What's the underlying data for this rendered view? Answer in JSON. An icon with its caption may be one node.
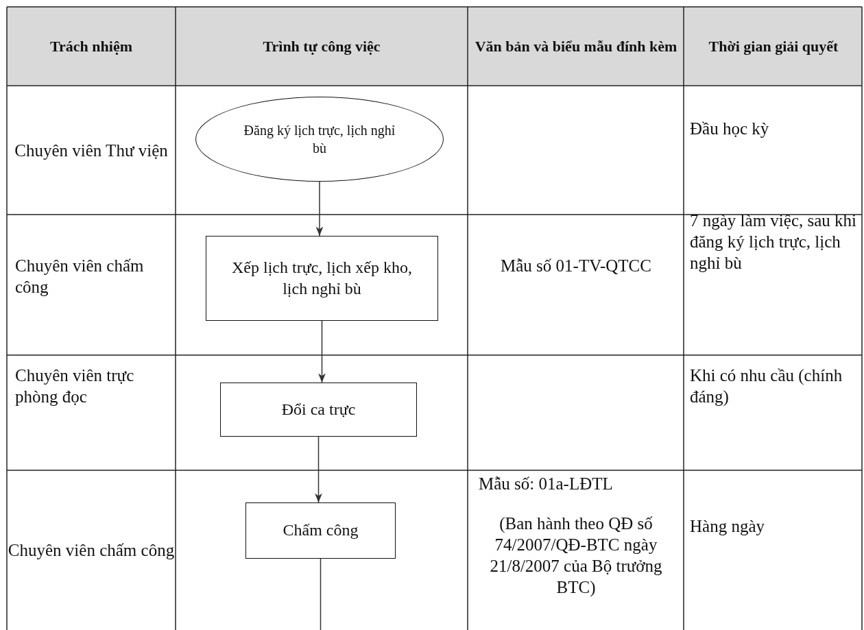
{
  "diagram": {
    "nodes": [
      {
        "text": [
          "Đăng ký lịch trực, lịch nghỉ bù"
        ]
      },
      {
        "text": [
          "Xếp lịch trực, lịch xếp kho, lịch nghỉ bù"
        ]
      },
      {
        "text": [
          "Đổi ca trực"
        ]
      },
      {
        "text": [
          "Chấm công"
        ]
      }
    ],
    "edges": [
      {
        "from": 0,
        "to": 1,
        "arrow": "to"
      },
      {
        "from": 1,
        "to": 2,
        "arrow": "to"
      },
      {
        "from": 2,
        "to": 3,
        "arrow": "to"
      },
      {
        "from": 3,
        "to": null,
        "arrow": "none"
      }
    ],
    "labels": [
      "Trách nhiệm",
      "Trình tự công việc",
      "Văn bản và biểu mẫu đính kèm",
      "Thời gian giải quyết",
      "Chuyên viên Thư viện",
      "Đầu học kỳ",
      "Chuyên viên chấm công",
      "Mẫu số 01-TV-QTCC",
      "7 ngày làm việc, sau khi đăng ký lịch trực, lịch nghỉ bù",
      "Chuyên viên trực phòng đọc",
      "Khi có nhu cầu (chính đáng)",
      "Chuyên viên chấm công",
      "Mẫu số: 01a-LĐTL",
      "(Ban hành theo QĐ số 74/2007/QĐ-BTC ngày 21/8/2007 của Bộ trưởng BTC)",
      "Hàng ngày"
    ]
  }
}
